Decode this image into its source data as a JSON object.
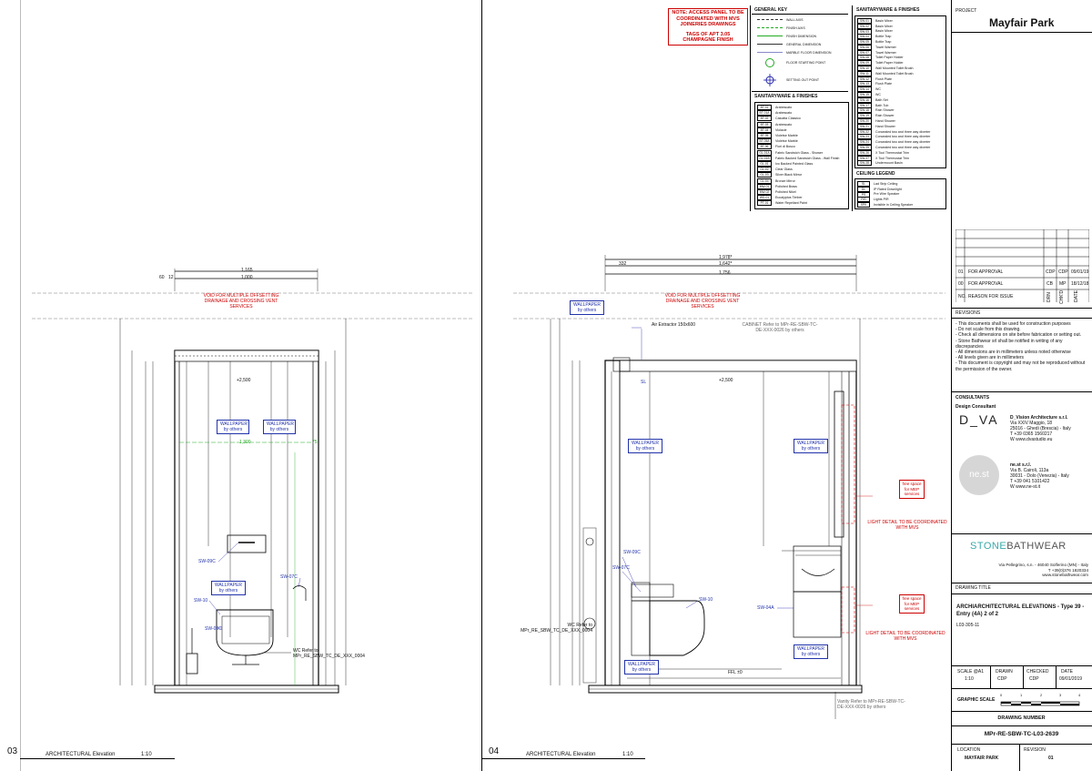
{
  "project": {
    "label": "PROJECT",
    "name": "Mayfair Park"
  },
  "notes": {
    "access_panel": "NOTE: ACCESS PANEL TO BE COORDINATED WITH MVS JOINERIES DRAWINGS",
    "tags": "TAGS OF APT 3.05 CHAMPAGNE FINISH"
  },
  "general_key": {
    "title": "GENERAL KEY",
    "items": [
      "WALL AXIS",
      "FINISH AXIS",
      "FINISH DIMENSION",
      "GENERAL DIMENSION",
      "MARBLE FLOOR DIMENSION",
      "FLOOR STARTING POINT",
      "SETTING OUT POINT"
    ]
  },
  "finishes_left": {
    "title": "SANITARYWARE & FINISHES",
    "items": [
      {
        "code": "BT-01",
        "label": "Arabescato"
      },
      {
        "code": "BT-01A",
        "label": "Arabescato"
      },
      {
        "code": "BT-02",
        "label": "Calcatta Classico"
      },
      {
        "code": "BT-03",
        "label": "Arabescato"
      },
      {
        "code": "BT-04",
        "label": "Violacie"
      },
      {
        "code": "BT-05",
        "label": "Violetse Marble"
      },
      {
        "code": "BT-05A",
        "label": "Violetse Marble"
      },
      {
        "code": "BT-06",
        "label": "Fiori di Bosco"
      },
      {
        "code": "GL-01A",
        "label": "Fabric Sandwich Glass - Shower"
      },
      {
        "code": "GL-01B",
        "label": "Fabric Backed Sandwich Glass - Wall Finish"
      },
      {
        "code": "GL-01",
        "label": "Ivo Backed Painted Glass"
      },
      {
        "code": "GL-02",
        "label": "Clear Glass"
      },
      {
        "code": "GL-03",
        "label": "Silver Black Mirror"
      },
      {
        "code": "GL-04",
        "label": "Bronze Mirror"
      },
      {
        "code": "MW-01",
        "label": "Polished Brass"
      },
      {
        "code": "MW-02",
        "label": "Polished Nikel"
      },
      {
        "code": "WD-01",
        "label": "Eucalyptus Timber"
      },
      {
        "code": "PT-01",
        "label": "Water Repellant Paint"
      }
    ]
  },
  "finishes_right": {
    "title": "SANITARYWARE & FINISHES",
    "items": [
      {
        "code": "SW-01",
        "label": "Basin Mixer"
      },
      {
        "code": "SW-02",
        "label": "Basin Mixer"
      },
      {
        "code": "SW-03",
        "label": "Basin Mixer"
      },
      {
        "code": "SW-04",
        "label": "Bottle Trap"
      },
      {
        "code": "SW-05",
        "label": "Bottle Trap"
      },
      {
        "code": "SW-06",
        "label": "Towel Warmer"
      },
      {
        "code": "SW-07",
        "label": "Towel Warmer"
      },
      {
        "code": "SW-08",
        "label": "Toilet Paper Holder"
      },
      {
        "code": "SW-09",
        "label": "Toilet Paper Holder"
      },
      {
        "code": "SW-10",
        "label": "Wall Mounted Toilet Brush"
      },
      {
        "code": "SW-11",
        "label": "Wall Mounted Toilet Brush"
      },
      {
        "code": "SW-12",
        "label": "Flush Plate"
      },
      {
        "code": "SW-13",
        "label": "Flush Plate"
      },
      {
        "code": "SW-14",
        "label": "WC"
      },
      {
        "code": "SW-15",
        "label": "WC"
      },
      {
        "code": "SW-16",
        "label": "Bath Set"
      },
      {
        "code": "SW-17",
        "label": "Bath Tub"
      },
      {
        "code": "SW-18",
        "label": "Rain Shower"
      },
      {
        "code": "SW-19",
        "label": "Rain Shower"
      },
      {
        "code": "SW-20",
        "label": "Hand Shower"
      },
      {
        "code": "SW-21",
        "label": "Hand Shower"
      },
      {
        "code": "SW-22",
        "label": "Concealed two and three way diverter"
      },
      {
        "code": "SW-23",
        "label": "Concealed two and three way diverter"
      },
      {
        "code": "SW-24",
        "label": "Concealed two and three way diverter"
      },
      {
        "code": "SW-25",
        "label": "Concealed two and three way diverter"
      },
      {
        "code": "SW-26",
        "label": "X Tool Thermostat Trim"
      },
      {
        "code": "SW-27",
        "label": "X Tool Thermostat Trim"
      },
      {
        "code": "SW-28",
        "label": "Undermount Basin"
      }
    ]
  },
  "ceiling_legend": {
    "title": "CEILING LEGEND",
    "items": [
      {
        "code": "SL",
        "label": "Lad Strip Ceiling"
      },
      {
        "code": "DL",
        "label": "IP Rated Downlight"
      },
      {
        "code": "PS",
        "label": "Pre Wire Speaker"
      },
      {
        "code": "PIR",
        "label": "Lights PIR"
      },
      {
        "code": "SPK",
        "label": "Invisible in Ceiling Speaker"
      }
    ]
  },
  "revisions": {
    "rows": [
      {
        "no": "01",
        "reason": "FOR APPROVAL",
        "drn": "CDP",
        "chk": "CDP",
        "date": "09/01/19"
      },
      {
        "no": "00",
        "reason": "FOR APPROVAL",
        "drn": "CB",
        "chk": "MP",
        "date": "18/12/18"
      }
    ],
    "header": {
      "no": "NO.",
      "reason": "REASON FOR ISSUE",
      "drn": "DRN",
      "chk": "CHK'D",
      "date": "DATE"
    },
    "title": "REVISIONS",
    "notes": [
      "- This documents shall be used for construction purposes",
      "- Do not scale from this drawing.",
      "- Check all dimensions on site before fabrication or setting out.",
      "- Stone Bathwear srl shall be notified in writing of any discrepancies",
      "- All dimensions are in millimeters unless noted otherwise",
      "- All levels given are in millimeters",
      "- This document is copyright and may not be reproduced without the permission of the owner."
    ]
  },
  "consultants": {
    "title": "CONSULTANTS",
    "design_label": "Design Consultant",
    "dva_logo": "D_VA",
    "dva_name": "D_Vision Architecture s.r.l.",
    "dva_addr": [
      "Via XXIV Maggio, 18",
      "25016 - Ghedi (Brescia) - Italy",
      "T +39 0365 1560217",
      "W www.dvastudio.eu"
    ],
    "nest_logo": "ne.st",
    "nest_name": "ne.st s.r.l.",
    "nest_addr": [
      "Via B. Cairoli, 113a",
      "30031 - Dolo (Venezia) - Italy",
      "T +39 041 5101422",
      "W www.ne-st.it"
    ]
  },
  "stone": {
    "logo_a": "STONE",
    "logo_b": "BATHWEAR",
    "addr": [
      "Via Pellegrino, s.n. - 46040 Solferino (MN) - Italy",
      "T +39(0)376 1820334",
      "www.stonebathwear.com"
    ]
  },
  "drawing": {
    "title_label": "DRAWING TITLE",
    "title": "ARCHIARCHITECTURAL ELEVATIONS - Type 39 - Entry (4A) 2 of 2",
    "code": "L03-305-11",
    "scale_label": "SCALE @A1",
    "scale": "1:10",
    "drawn_label": "DRAWN",
    "drawn": "CDP",
    "checked_label": "CHECKED",
    "checked": "CDP",
    "date_label": "DATE",
    "date": "09/01/2019",
    "graphic_scale_label": "GRAPHIC SCALE",
    "scale_ticks": [
      "0",
      "1",
      "2",
      "3",
      "4"
    ],
    "number_label": "DRAWING NUMBER",
    "number": "MPr-RE-SBW-TC-L03-2639",
    "location_label": "LOCATION",
    "location": "MAYFAIR PARK",
    "revision_label": "REVISION",
    "revision": "01"
  },
  "elev03": {
    "number": "03",
    "title": "ARCHITECTURAL Elevation",
    "scale": "1:10",
    "void_note": "VOID FOR MULTIPLE OFFSETTING DRAINAGE AND CROSSING VENT SERVICES",
    "dim_top1": "1,165",
    "dim_top2": "1,000",
    "dim_top3": "60",
    "dim_top4": "12",
    "wallpaper1": "WALLPAPER by others",
    "wallpaper2": "WALLPAPER by others",
    "wallpaper3": "WALLPAPER by others",
    "tag_sw09c": "SW-09C",
    "tag_sw07c": "SW-07C",
    "tag_sw10": "SW-10",
    "tag_sw08c": "SW-08C",
    "wc_note": "WC Refer to MPr_RE_SBW_TC_DE_XXX_0004",
    "ceiling_dim": "+2,500",
    "dim_1300": "1,300",
    "dim_green": "75"
  },
  "elev04": {
    "number": "04",
    "title": "ARCHITECTURAL Elevation",
    "scale": "1:10",
    "void_note": "VOID FOR MULTIPLE OFFSETTING DRAINAGE AND CROSSING VENT SERVICES",
    "dim_top1": "1,978*",
    "dim_top2": "332",
    "dim_top3": "1,642*",
    "dim_top4": "1,756",
    "wallpaper_top": "WALLPAPER by others",
    "air_extractor": "Air Extractor 150x600",
    "cabinet_note": "CABINET Refer to MPr-RE-SBW-TC-DE-XXX-0026 by others",
    "tag_sl": "SL",
    "wallpaper_mid1": "WALLPAPER by others",
    "wallpaper_mid2": "WALLPAPER by others",
    "wallpaper_bot1": "WALLPAPER by others",
    "wallpaper_bot2": "WALLPAPER by others",
    "free_space1": "free space for MEP services",
    "free_space2": "free space for MEP services",
    "light_detail1": "LIGHT DETAIL TO BE COORDINATED WITH MVS",
    "light_detail2": "LIGHT DETAIL TO BE COORDINATED WITH MVS",
    "tag_sw09c": "SW-09C",
    "tag_sw07c": "SW-07C",
    "tag_sw10": "SW-10",
    "tag_sw04a": "SW-04A",
    "wc_note": "WC Refer to MPr_RE_SBW_TC_DE_XXX_0004",
    "vanity_note": "Vanity Refer to MPr-RE-SBW-TC-DE-XXX-0026 by others",
    "ceiling_dim": "+2,500",
    "ffl": "FFL ±0"
  }
}
